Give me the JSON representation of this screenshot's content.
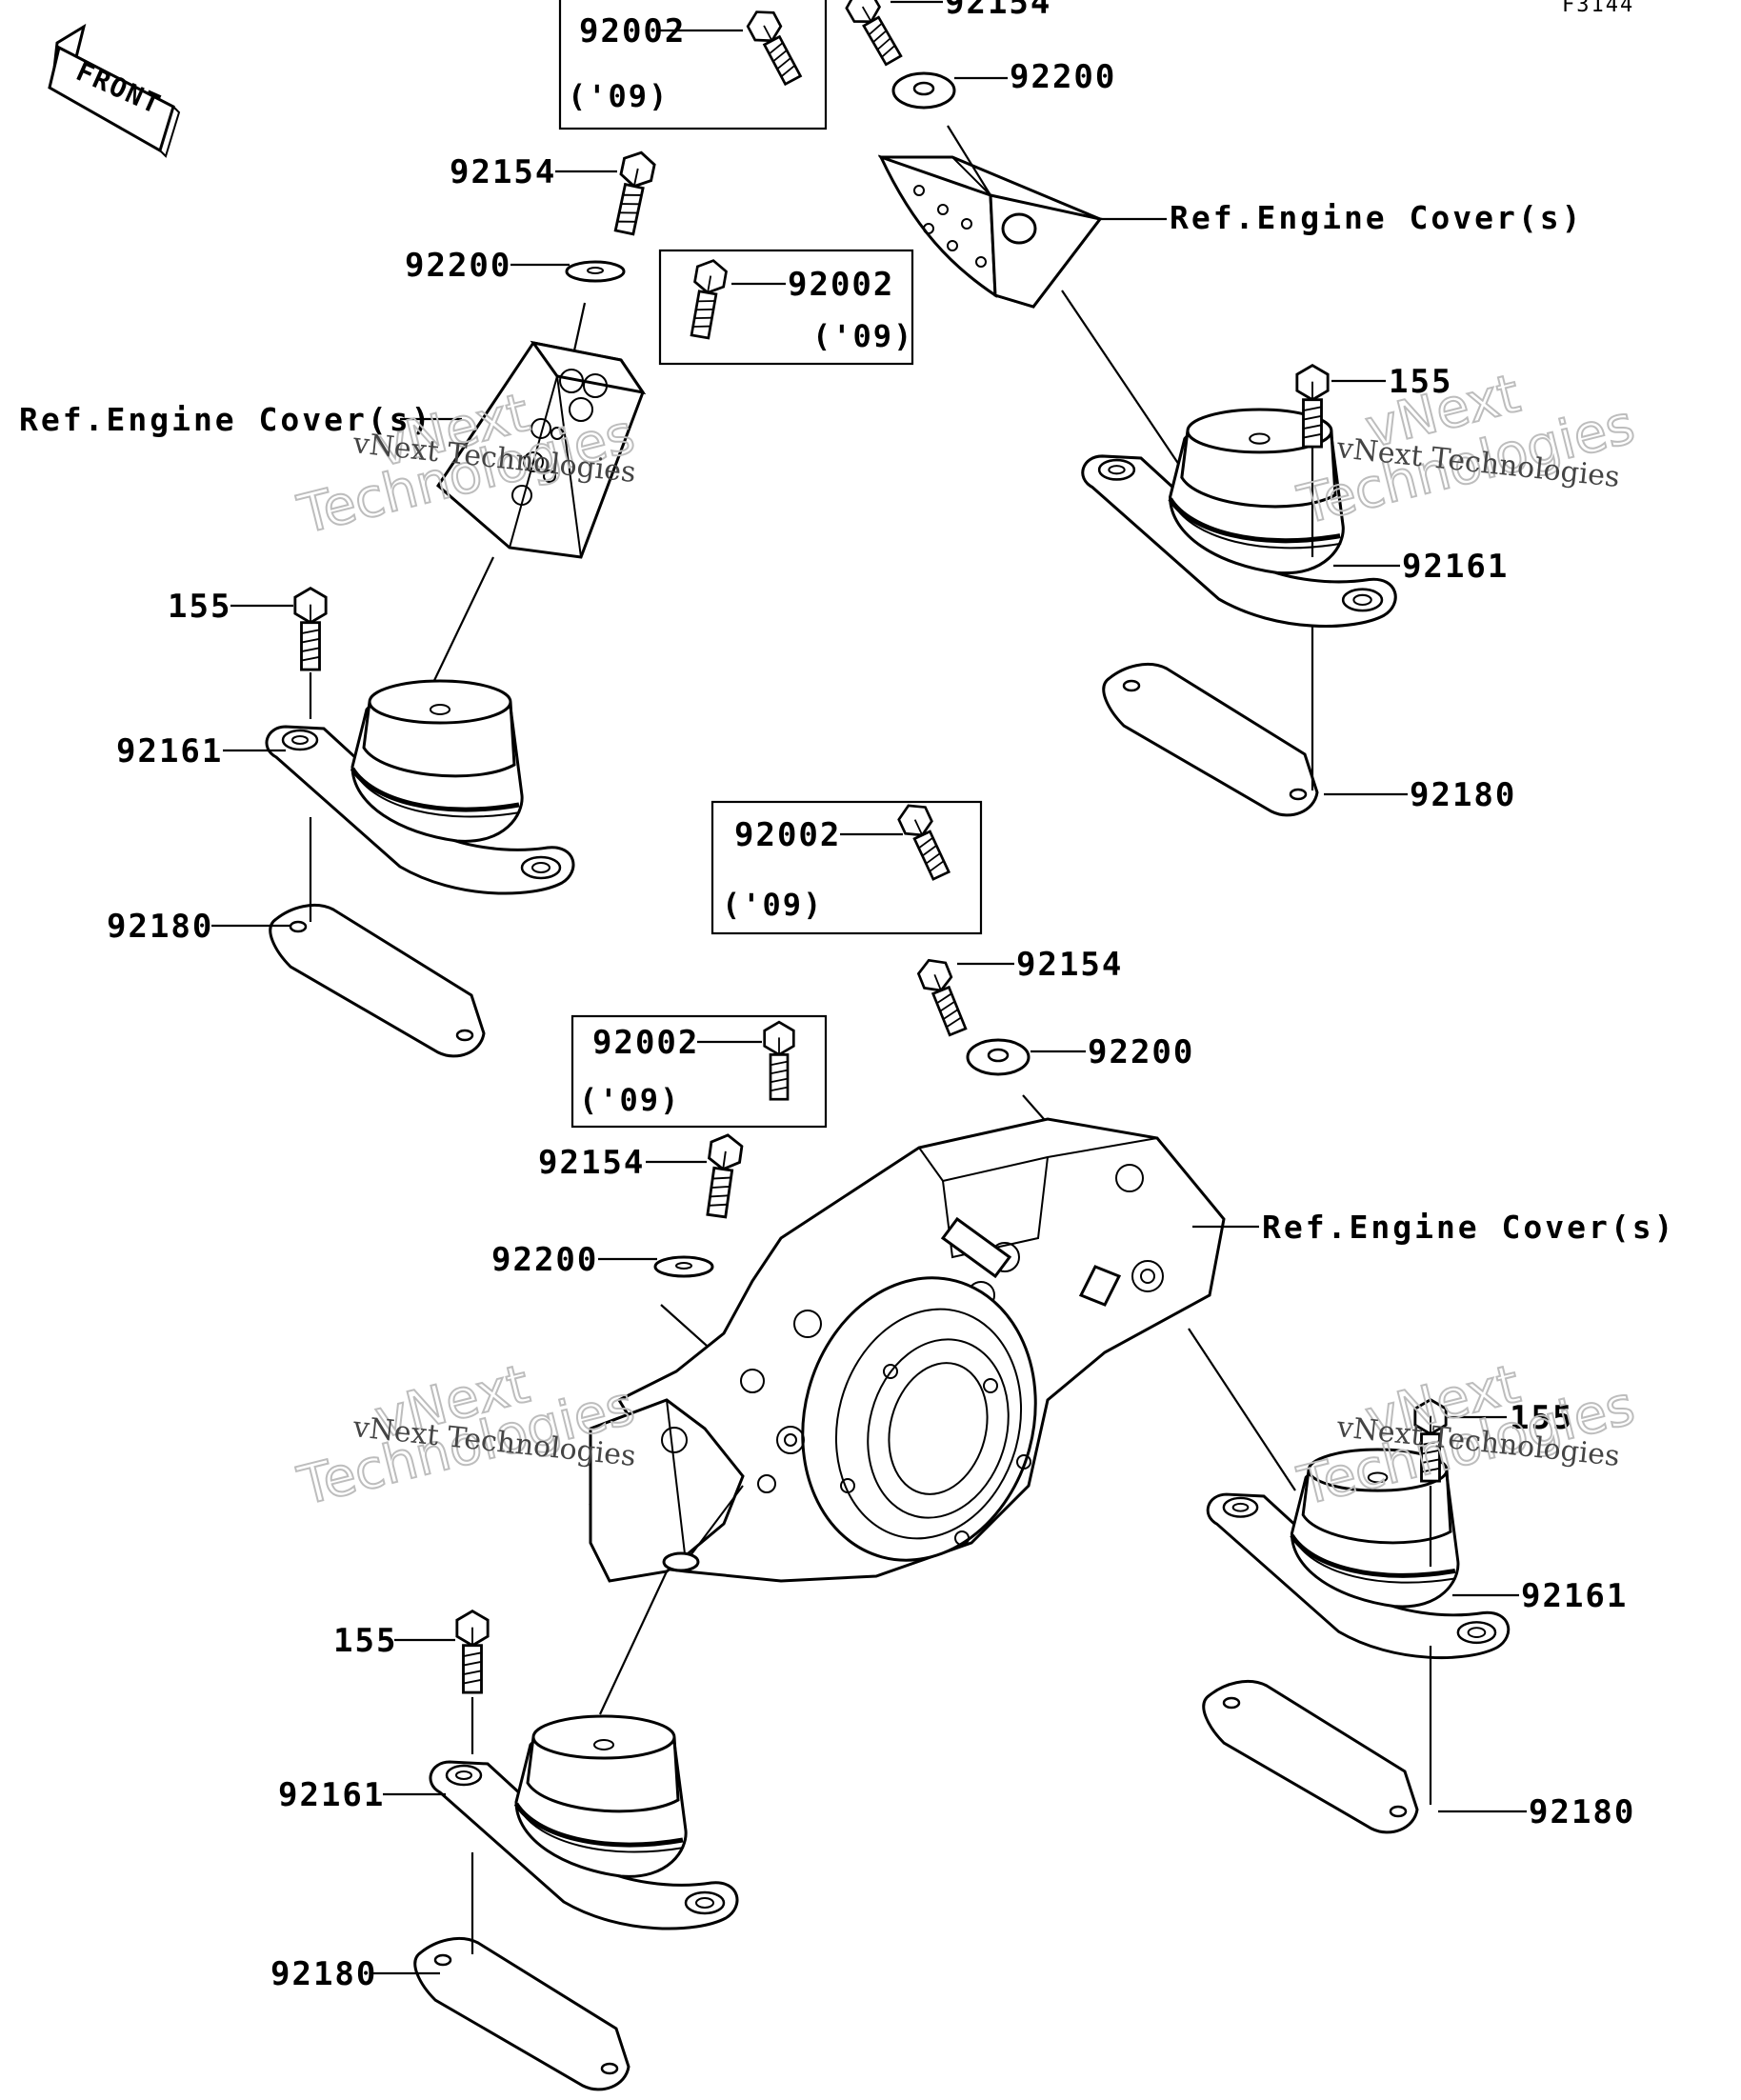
{
  "diagram_code": "F3144",
  "front_label": "FRONT",
  "refs": {
    "engine_cover": "Ref.Engine Cover(s)"
  },
  "year_note": "('09)",
  "parts": {
    "bolt_92002": "92002",
    "bolt_92154": "92154",
    "washer_92200": "92200",
    "bolt_155": "155",
    "mount_92161": "92161",
    "plate_92180": "92180"
  },
  "watermark": {
    "line1": "vNext Technologies",
    "word1": "vNext",
    "word2": "Technologies"
  }
}
